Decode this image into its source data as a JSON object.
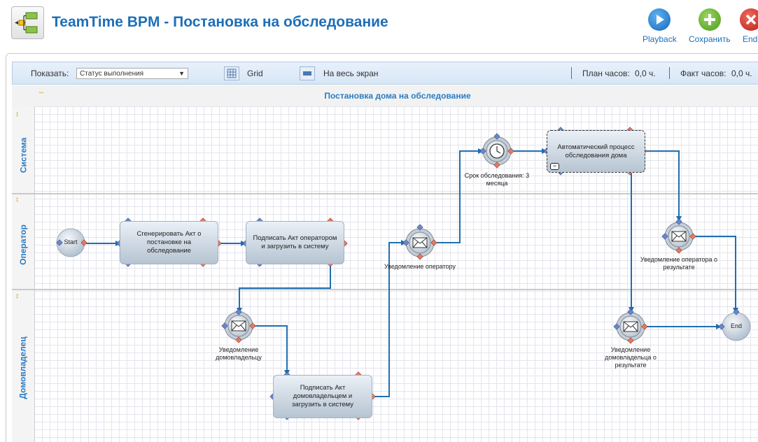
{
  "header": {
    "title": "TeamTime BPM - Постановка на обследование",
    "buttons": {
      "playback": "Playback",
      "save": "Сохранить",
      "end": "End"
    }
  },
  "toolbar": {
    "show_label": "Показать:",
    "show_value": "Статус выполнения",
    "grid_label": "Grid",
    "fullscreen_label": "На весь экран",
    "plan_hours_label": "План часов:",
    "plan_hours_value": "0,0 ч.",
    "fact_hours_label": "Факт часов:",
    "fact_hours_value": "0,0 ч."
  },
  "pool": {
    "title": "Постановка дома на обследование",
    "lanes": [
      "Система",
      "Оператор",
      "Домовладелец"
    ]
  },
  "nodes": {
    "start": "Start",
    "end": "End",
    "task_generate": "Сгенерировать Акт о постановке на обследование",
    "task_sign_operator": "Подписать Акт оператором и загрузить в систему",
    "task_sign_owner": "Подписать Акт домовладельцем и загрузить в систему",
    "task_auto": "Автоматический процесс обследования дома",
    "evt_notify_operator": "Уведомление оператору",
    "evt_notify_owner": "Уведомление домовладельцу",
    "evt_timer": "Срок обследования: 3 месяца",
    "evt_notify_operator_result": "Уведомление оператора о результате",
    "evt_notify_owner_result": "Уведомление домовладельца о результате"
  },
  "icons": {
    "playback": "playback-icon",
    "save": "save-plus-icon",
    "end": "close-icon",
    "grid": "grid-icon",
    "fullscreen": "fullscreen-icon",
    "message": "envelope-icon",
    "timer": "clock-icon"
  },
  "colors": {
    "title": "#1d6fb8",
    "flow": "#1f6fb0",
    "port_in": "#6a86c9",
    "port_out": "#e07a65",
    "save_green": "#5aaa2a",
    "end_red": "#d9342b"
  }
}
